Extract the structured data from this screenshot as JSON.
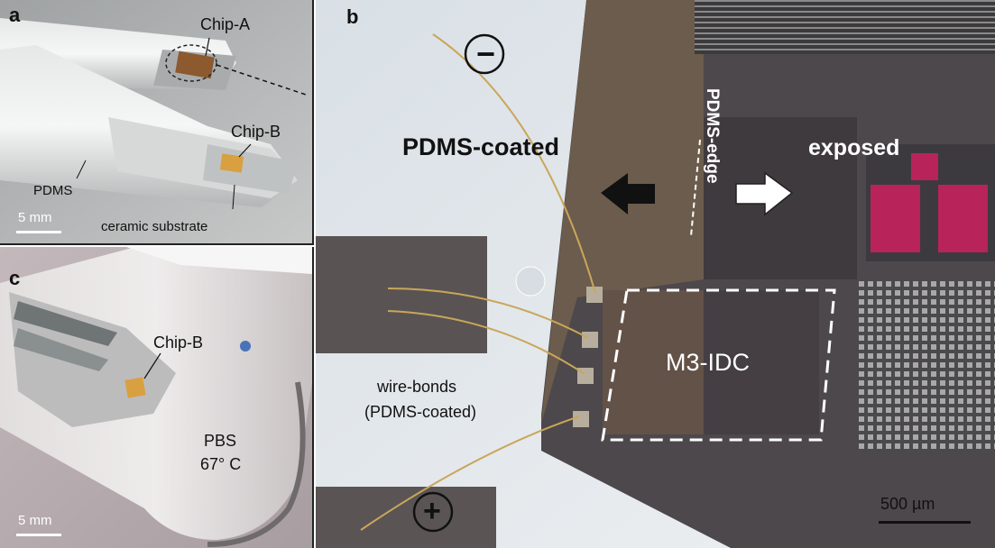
{
  "panel_a": {
    "letter": "a",
    "chip_a": "Chip-A",
    "chip_b": "Chip-B",
    "pdms": "PDMS",
    "substrate": "ceramic substrate",
    "scale": "5 mm"
  },
  "panel_b": {
    "letter": "b",
    "minus": "−",
    "plus": "+",
    "coated": "PDMS-coated",
    "exposed": "exposed",
    "edge": "PDMS-edge",
    "idc": "M3-IDC",
    "wire1": "wire-bonds",
    "wire2": "(PDMS-coated)",
    "scale": "500 µm"
  },
  "panel_c": {
    "letter": "c",
    "chip_b": "Chip-B",
    "pbs": "PBS",
    "temp": "67° C",
    "scale": "5 mm"
  },
  "colors": {
    "chip": "#d8a040",
    "dark_die": "#4a4347",
    "magenta": "#b8245a",
    "ceramic": "#b9bcbb"
  }
}
